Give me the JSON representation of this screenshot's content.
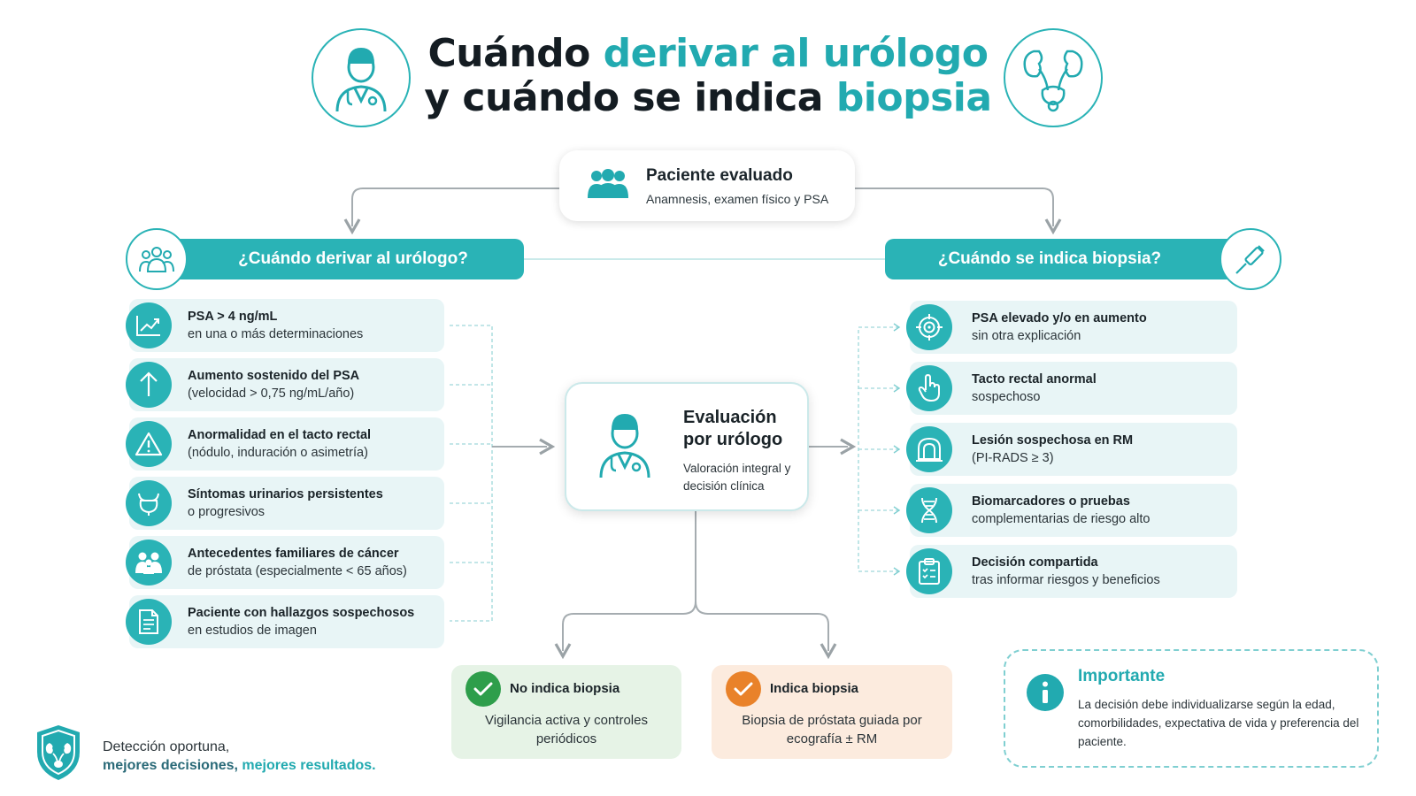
{
  "title": {
    "line1_plain": "Cuándo ",
    "line1_accent": "derivar al urólogo",
    "line2_plain": "y cuándo se indica ",
    "line2_accent": "biopsia"
  },
  "patient": {
    "title": "Paciente evaluado",
    "subtitle": "Anamnesis, examen físico y PSA"
  },
  "left_section": {
    "header": "¿Cuándo derivar al urólogo?",
    "items": [
      {
        "title": "PSA > 4 ng/mL",
        "detail": "en una o más determinaciones",
        "icon": "trend-up-icon"
      },
      {
        "title": "Aumento sostenido del PSA",
        "detail": "(velocidad > 0,75 ng/mL/año)",
        "icon": "arrow-up-icon"
      },
      {
        "title": "Anormalidad en el tacto rectal",
        "detail": "(nódulo, induración o asimetría)",
        "icon": "warning-icon"
      },
      {
        "title": "Síntomas urinarios persistentes",
        "detail": "o progresivos",
        "icon": "bladder-icon"
      },
      {
        "title": "Antecedentes familiares de cáncer",
        "detail": "de próstata (especialmente < 65 años)",
        "icon": "family-icon"
      },
      {
        "title": "Paciente con hallazgos sospechosos",
        "detail": "en estudios de imagen",
        "icon": "document-icon"
      }
    ]
  },
  "right_section": {
    "header": "¿Cuándo se indica biopsia?",
    "items": [
      {
        "title": "PSA elevado y/o en aumento",
        "detail": "sin otra explicación",
        "icon": "target-icon"
      },
      {
        "title": "Tacto rectal anormal",
        "detail": "sospechoso",
        "icon": "hand-icon"
      },
      {
        "title": "Lesión sospechosa en RM",
        "detail": "(PI-RADS ≥ 3)",
        "icon": "mri-icon"
      },
      {
        "title": "Biomarcadores o pruebas",
        "detail": "complementarias de riesgo alto",
        "icon": "dna-icon"
      },
      {
        "title": "Decisión compartida",
        "detail": "tras informar riesgos y beneficios",
        "icon": "clipboard-icon"
      }
    ]
  },
  "evaluation": {
    "title": "Evaluación por urólogo",
    "subtitle": "Valoración integral y decisión clínica"
  },
  "outcomes": {
    "no_biopsy": {
      "title": "No indica biopsia",
      "detail": "Vigilancia activa y controles periódicos"
    },
    "biopsy": {
      "title": "Indica biopsia",
      "detail": "Biopsia de próstata guiada por ecografía ± RM"
    }
  },
  "important": {
    "title": "Importante",
    "text": "La decisión debe individualizarse según la edad, comorbilidades, expectativa de vida y preferencia del paciente."
  },
  "footer": {
    "line1": "Detección oportuna,",
    "part2": "mejores decisiones,",
    "part3": " mejores resultados."
  },
  "colors": {
    "teal": "#2ab3b6",
    "teal_light": "#e8f5f6",
    "green": "#2e9e4b",
    "orange": "#e9822a"
  }
}
